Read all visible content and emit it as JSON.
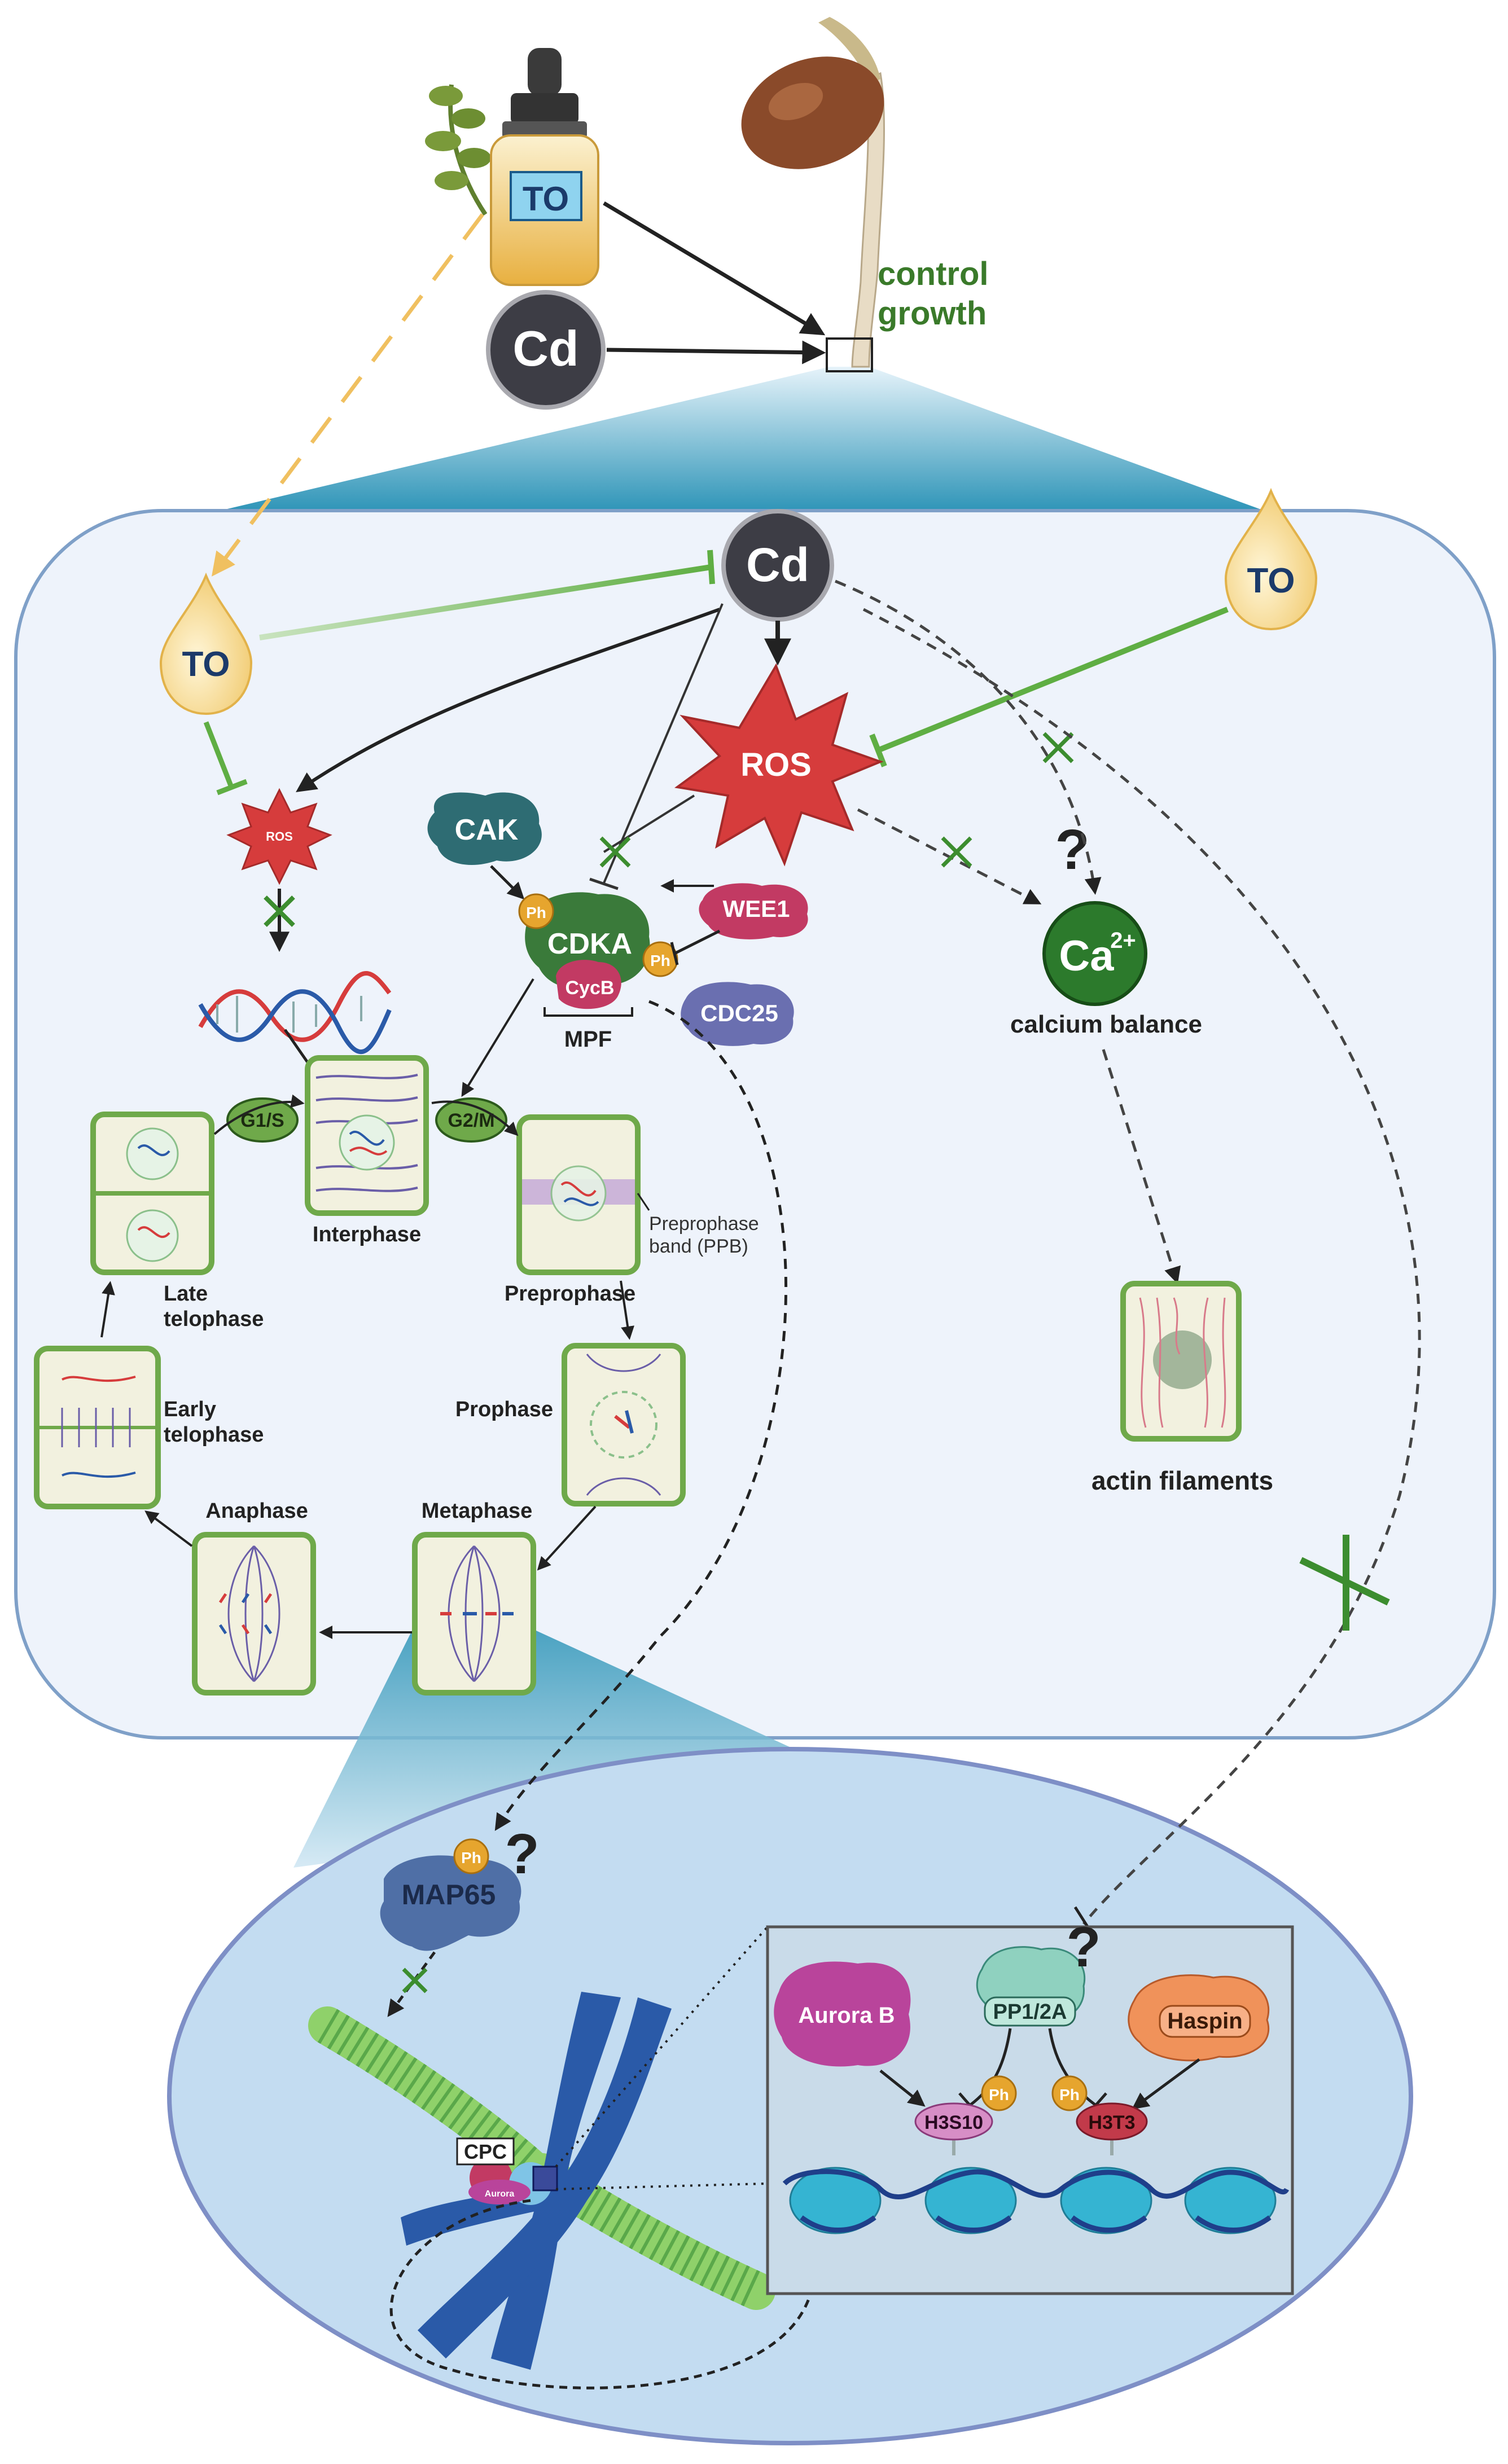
{
  "labels": {
    "to_bottle": "TO",
    "cd_top": "Cd",
    "control_growth_line1": "control",
    "control_growth_line2": "growth",
    "cd_cell": "Cd",
    "to_left": "TO",
    "to_right": "TO",
    "ros_big": "ROS",
    "ros_small": "ROS",
    "cak": "CAK",
    "ph": "Ph",
    "cdka": "CDKA",
    "cycb": "CycB",
    "wee1": "WEE1",
    "cdc25": "CDC25",
    "mpf": "MPF",
    "question": "?",
    "ca": "Ca",
    "ca_sup": "2+",
    "calcium_balance": "calcium balance",
    "actin_filaments": "actin filaments",
    "g1s": "G1/S",
    "g2m": "G2/M",
    "interphase": "Interphase",
    "preprophase": "Preprophase",
    "ppb_line1": "Preprophase",
    "ppb_line2": "band (PPB)",
    "prophase": "Prophase",
    "metaphase": "Metaphase",
    "anaphase": "Anaphase",
    "early_telophase_line1": "Early",
    "early_telophase_line2": "telophase",
    "late_telophase_line1": "Late",
    "late_telophase_line2": "telophase",
    "map65": "MAP65",
    "cpc": "CPC",
    "aurora_small": "Aurora",
    "aurora_b": "Aurora B",
    "pp1_2a": "PP1/2A",
    "haspin": "Haspin",
    "h3s10": "H3S10",
    "h3t3": "H3T3"
  },
  "colors": {
    "inhibition_green": "#6ab04c",
    "block_green": "#3c8d2f",
    "control_green": "#3a7a2a",
    "ros_red": "#d63c3c",
    "cd_dark": "#3d3d45",
    "cell_bg": "#eef3fb",
    "cell_stroke": "#7fa0c8",
    "nucleus_bg": "#c3dcf1",
    "phase_cell_fill": "#f2f1df",
    "phase_cell_stroke": "#6fa94a",
    "ca_green": "#2c7a2c",
    "map65_blue": "#4f6fa6",
    "chromosome_blue": "#2a5aa8",
    "histone_cyan": "#35b4d2",
    "aurora_magenta": "#b9449b",
    "haspin_orange": "#f0925a",
    "pp1_teal": "#8fd1bf",
    "ph_gold": "#e6a52e",
    "cdc25_purple": "#6a6fb0",
    "wee1_crimson": "#c23a63",
    "cak_teal": "#2e6c73"
  }
}
